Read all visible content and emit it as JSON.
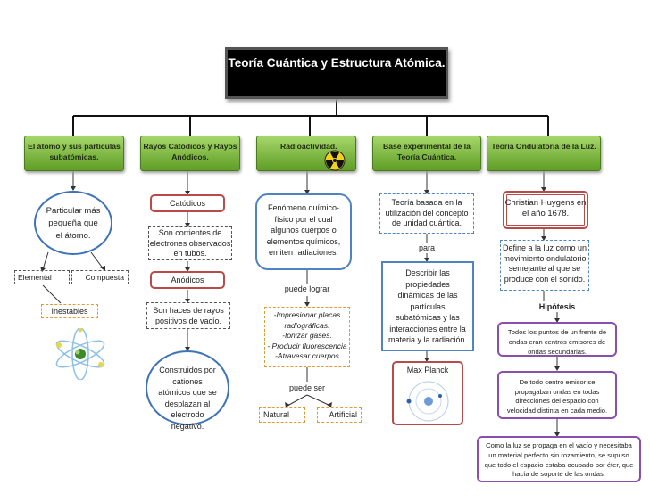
{
  "title": "Teoría Cuántica y Estructura Atómica.",
  "headers": [
    "El átomo y sus partículas subatómicas.",
    "Rayos Catódicos y Rayos Anódicos.",
    "Radioactividad.",
    "Base experimental de la Teoría Cuántica.",
    "Teoría Ondulatoria de la Luz."
  ],
  "col1": {
    "particular": "Particular más pequeña que el átomo.",
    "elemental": "Elemental",
    "compuesta": "Compuesta",
    "inestables": "Inestables"
  },
  "col2": {
    "catodicos": "Catódicos",
    "corrientes": "Son corrientes de electrones observados en tubos.",
    "anodicos": "Anódicos",
    "haces": "Son haces de rayos positivos de vacío.",
    "construidos": "Construidos por cationes atómicos que se desplazan al electrodo negativo."
  },
  "col3": {
    "fenomeno": "Fenómeno químico-físico por el cual algunos cuerpos o elementos químicos, emiten radiaciones.",
    "puede_lograr": "puede lograr",
    "impresionar": "-Impresionar placas radiográficas.",
    "ionizar": "-Ionizar gases.",
    "producir": "- Producir fluorescencia",
    "atravesar": "-Atravesar cuerpos",
    "puede_ser": "puede ser",
    "natural": "Natural",
    "artificial": "Artificial"
  },
  "col4": {
    "teoria": "Teoría basada en la utilización del concepto de unidad cuántica.",
    "para": "para",
    "describir": "Describir las propiedades dinámicas de las partículas subatómicas y las interacciones entre la materia y la radiación.",
    "planck": "Max Planck"
  },
  "col5": {
    "huygens": "Christian Huygens en el año 1678.",
    "define": "Define a la luz como un movimiento ondulatorio semejante al que se produce con el sonido.",
    "hipotesis": "Hipótesis",
    "puntos": "Todos los puntos de un frente de ondas eran centros emisores de ondas secundarias.",
    "centro": "De todo centro emisor se propagaban ondas en todas direcciones del espacio con velocidad distinta en cada medio.",
    "luz_vacio": "Como la luz se propaga en el vacío y necesitaba un material perfecto sin rozamiento, se supuso que todo el espacio estaba ocupado por éter, que hacía de soporte de las ondas."
  },
  "colors": {
    "header_green": "#6aa82f",
    "title_bg": "#000000",
    "red_border": "#b84a4a",
    "blue_border": "#4f84c4",
    "purple_border": "#8a4fae",
    "orange_dash": "#e09a33"
  },
  "icons": [
    "radiation-icon",
    "atom-icon",
    "atom-orbit-icon"
  ]
}
